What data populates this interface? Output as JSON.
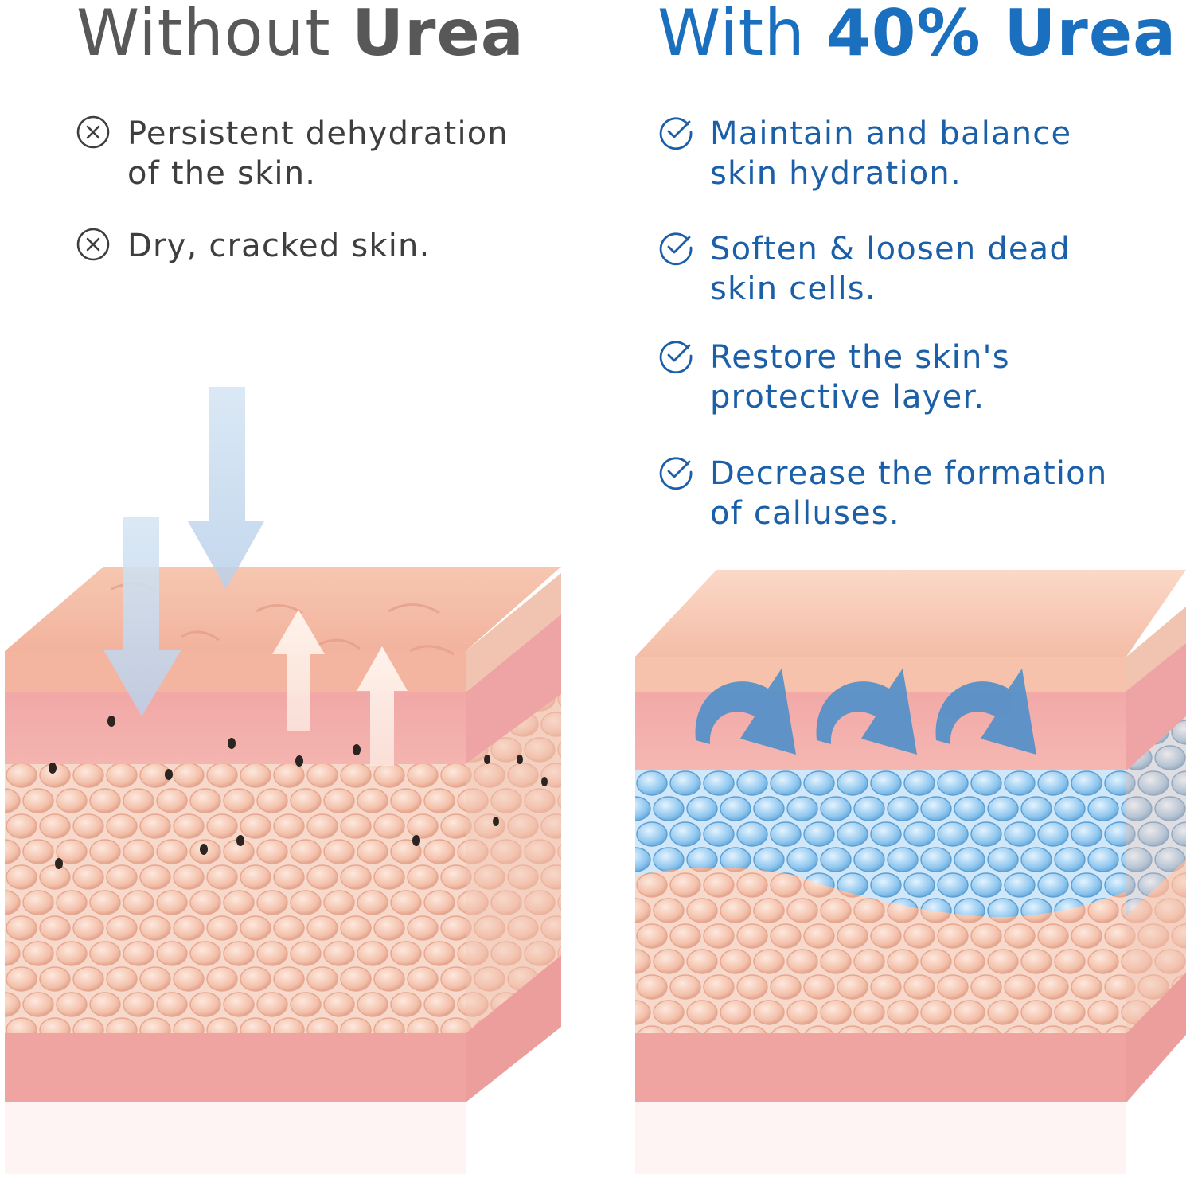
{
  "without": {
    "title_prefix": "Without",
    "title_strong": "Urea",
    "items": [
      {
        "text": "Persistent dehydration\nof the skin.",
        "icon": "cross-circle-icon"
      },
      {
        "text": "Dry, cracked skin.",
        "icon": "cross-circle-icon"
      }
    ]
  },
  "with": {
    "title_prefix": "With",
    "title_strong": "40% Urea",
    "items": [
      {
        "text": "Maintain and balance\nskin hydration.",
        "icon": "check-circle-icon"
      },
      {
        "text": "Soften & loosen dead\nskin cells.",
        "icon": "check-circle-icon"
      },
      {
        "text": "Restore the skin's\nprotective layer.",
        "icon": "check-circle-icon"
      },
      {
        "text": "Decrease the formation\nof calluses.",
        "icon": "check-circle-icon"
      }
    ]
  },
  "colors": {
    "title_gray": "#585858",
    "title_blue": "#1a6fbe",
    "text_blue": "#1b5fa8",
    "skin_top": "#f4bca8",
    "skin_band": "#eca3a2",
    "cell": "#f6c8b4",
    "water_blue": "#4f8fca"
  }
}
